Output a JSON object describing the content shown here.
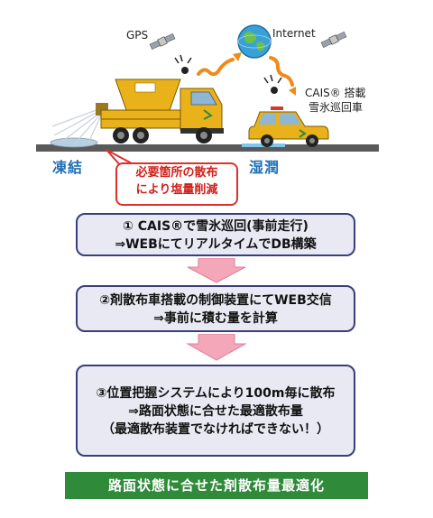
{
  "scene": {
    "gps_label": "GPS",
    "internet_label": "Internet",
    "cais_label_line1": "CAIS® 搭載",
    "cais_label_line2": "雪氷巡回車",
    "frozen_label": "凍結",
    "wet_label": "湿潤",
    "callout_line1": "必要箇所の散布",
    "callout_line2": "により塩量削減"
  },
  "steps": [
    {
      "line1": "① CAIS®で雪氷巡回(事前走行)",
      "line2": "⇒WEBにてリアルタイムでDB構築"
    },
    {
      "line1": "②剤散布車搭載の制御装置にてWEB交信",
      "line2": "⇒事前に積む量を計算"
    },
    {
      "line1": "③位置把握システムにより100m毎に散布",
      "line2": "⇒路面状態に合せた最適散布量",
      "line3": "（最適散布装置でなければできない！）"
    }
  ],
  "result": "路面状態に合せた剤散布量最適化",
  "colors": {
    "truck_yellow": "#e9b21a",
    "road": "#5a5a5a",
    "arrow_pink": "#f3a7b9",
    "step_border": "#3a3e7a",
    "result_green": "#2f8a3a",
    "callout_red": "#e0302a",
    "road_label_blue": "#1f6fb5"
  }
}
